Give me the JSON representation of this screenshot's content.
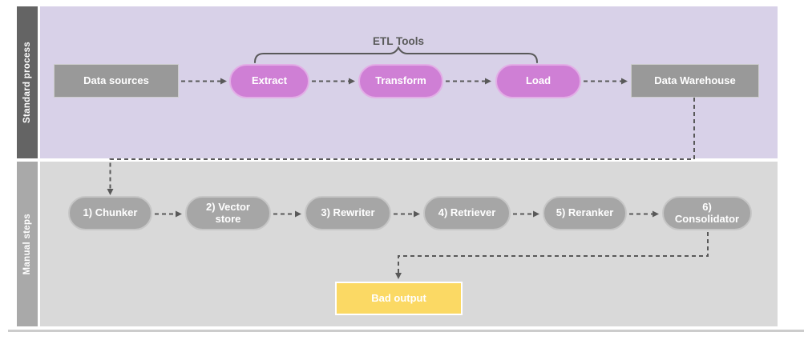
{
  "lanes": {
    "standard": {
      "label": "Standard process"
    },
    "manual": {
      "label": "Manual steps"
    }
  },
  "standard_flow": {
    "bracket_label": "ETL Tools",
    "nodes": [
      {
        "label": "Data sources"
      },
      {
        "label": "Extract"
      },
      {
        "label": "Transform"
      },
      {
        "label": "Load"
      },
      {
        "label": "Data Warehouse"
      }
    ]
  },
  "manual_flow": {
    "nodes": [
      {
        "label": "1) Chunker"
      },
      {
        "label": "2) Vector store"
      },
      {
        "label": "3) Rewriter"
      },
      {
        "label": "4) Retriever"
      },
      {
        "label": "5) Reranker"
      },
      {
        "label": "6) Consolidator"
      }
    ],
    "result": {
      "label": "Bad output"
    }
  },
  "colors": {
    "lane_standard_bg": "#d8d1e8",
    "lane_standard_bar": "#646464",
    "lane_manual_bg": "#d9d9d9",
    "lane_manual_bar": "#a9a9a9",
    "etl_pill": "#cf7fd5",
    "gray_node": "#999999",
    "manual_pill": "#a6a6a6",
    "bad_output_fill": "#fbd964",
    "connector": "#595959"
  }
}
